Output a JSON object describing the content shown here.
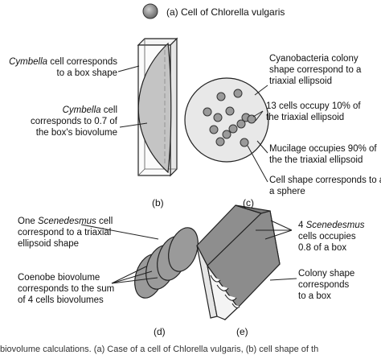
{
  "panel_a": {
    "caption": "(a) Cell of Chlorella vulgaris"
  },
  "panel_b": {
    "caption": "(b)",
    "label1": {
      "italic": "Cymbella",
      "rest_line1": " cell corresponds",
      "line2": "to a box shape"
    },
    "label2": {
      "italic": "Cymbella",
      "rest_line1": " cell",
      "line2": "corresponds to 0.7 of",
      "line3": "the box's biovolume"
    }
  },
  "panel_c": {
    "caption": "(c)",
    "label1": {
      "line1": "Cyanobacteria colony",
      "line2": "shape correspond to a",
      "line3": "triaxial ellipsoid"
    },
    "label2": {
      "line1": "13 cells occupy 10% of",
      "line2": "the triaxial ellipsoid"
    },
    "label3": {
      "line1": "Mucilage occupies 90% of",
      "line2": "the the triaxial ellipsoid"
    },
    "label4": {
      "line1": "Cell shape corresponds to a",
      "line2": "a sphere"
    }
  },
  "panel_d": {
    "caption": "(d)",
    "label1": {
      "prefix": "One ",
      "italic": "Scenedesmus",
      "rest_line1": " cell",
      "line2": "correspond to a triaxial",
      "line3": "ellipsoid shape"
    },
    "label2": {
      "line1": "Coenobe biovolume",
      "line2": "corresponds to the sum",
      "line3": "of 4 cells biovolumes"
    }
  },
  "panel_e": {
    "caption": "(e)",
    "label1": {
      "prefix": "4 ",
      "italic": "Scenedesmus",
      "line2": "cells occupies",
      "line3": "0.8 of a box"
    },
    "label2": {
      "line1": "Colony shape",
      "line2": "corresponds",
      "line3": "to a box"
    }
  },
  "footer": {
    "text": "biovolume calculations. (a) Case of a cell of Chlorella vulgaris, (b) cell shape of th"
  },
  "colors": {
    "cell_fill": "#9a9a9a",
    "light_fill": "#d8d8d8",
    "box_fill": "#8c8c8c",
    "stroke": "#222222"
  }
}
